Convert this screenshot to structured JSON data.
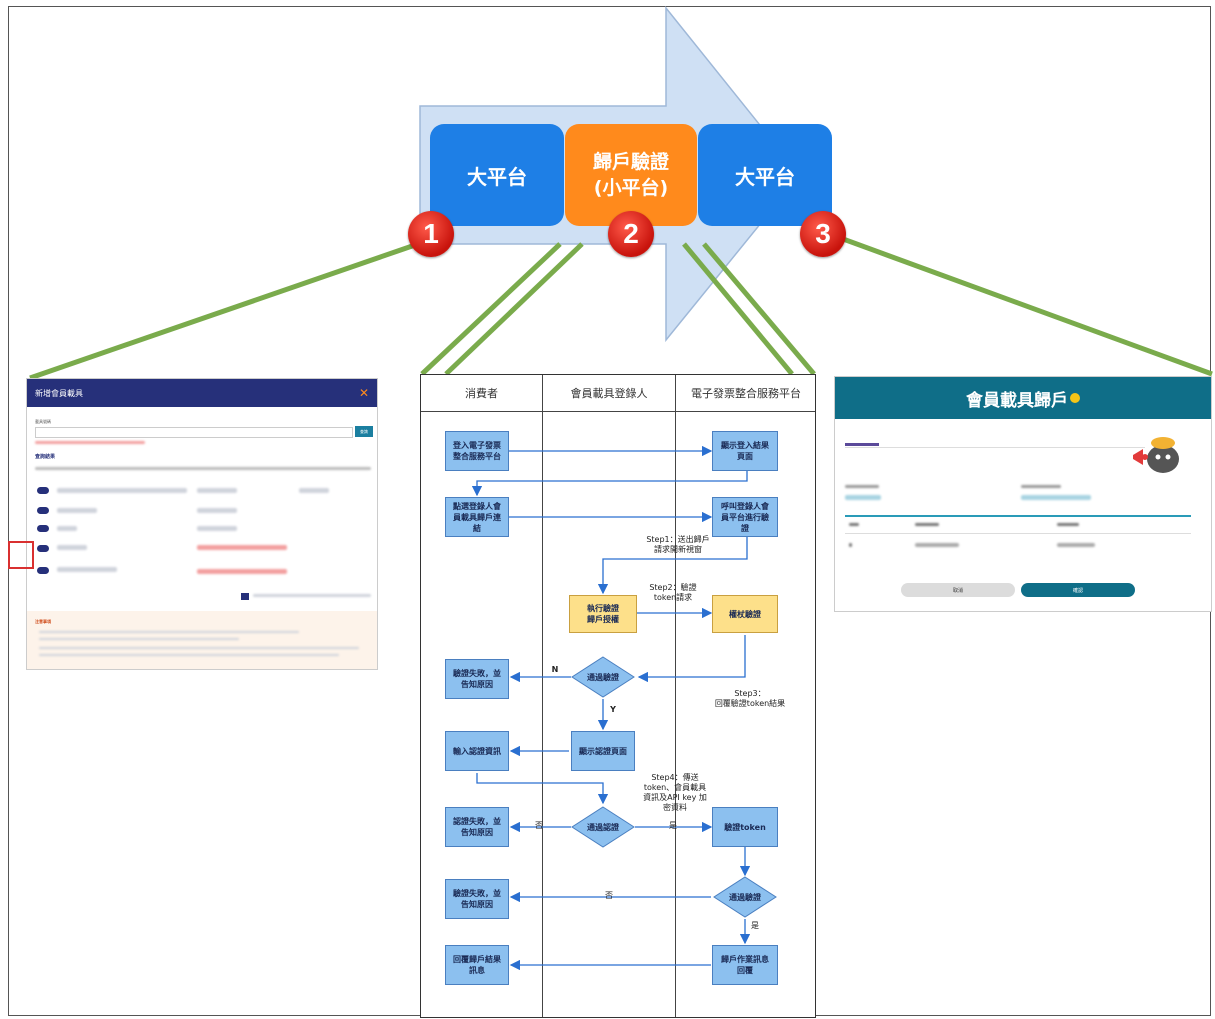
{
  "top": {
    "box_left": "大平台",
    "box_center": "歸戶驗證\n(小平台)",
    "box_right": "大平台",
    "steps": [
      "1",
      "2",
      "3"
    ]
  },
  "left_screenshot": {
    "title": "新增會員載具",
    "field_label": "載具號碼",
    "search_button": "查詢",
    "section_title": "查詢結果",
    "notice_title": "注意事項"
  },
  "flowchart": {
    "lanes": [
      "消費者",
      "會員載具登錄人",
      "電子發票整合服務平台"
    ],
    "nodes": {
      "login_platform": "登入電子發票\n整合服務平台",
      "show_login_result": "顯示登入結果\n頁面",
      "click_member": "點選登錄人會\n員載具歸戶連\n結",
      "call_member": "呼叫登錄人會\n員平台進行驗\n證",
      "perform_auth": "執行驗證\n歸戶授權",
      "token_verify": "權杖驗證",
      "verify_fail_1": "驗證失敗，並\n告知原因",
      "verify_pass_1": "通過驗證",
      "enter_auth": "輸入認證資訊",
      "show_auth_page": "顯示認證頁面",
      "auth_fail": "認證失敗，並\n告知原因",
      "auth_pass": "通過認證",
      "verify_token": "驗證token",
      "verify_fail_2": "驗證失敗，並\n告知原因",
      "verify_pass_2": "通過驗證",
      "reply_result": "回覆歸戶結果\n訊息",
      "carrier_reply": "歸戶作業訊息\n回覆"
    },
    "labels": {
      "step1": "Step1：送出歸戶\n請求開新視窗",
      "step2": "Step2：驗證\ntoken請求",
      "step3": "Step3：\n回覆驗證token結果",
      "step4": "Step4：傳送\ntoken、會員載具\n資訊及API key 加\n密資料",
      "n": "N",
      "y": "Y",
      "no1": "否",
      "yes1": "是",
      "no2": "否",
      "yes2": "是"
    }
  },
  "right_screenshot": {
    "title": "會員載具歸戶",
    "cancel": "取消",
    "confirm": "確認"
  },
  "colors": {
    "blue_box": "#1e7fe6",
    "orange_box": "#ff8a1c",
    "arrow_fill": "#cfe0f4",
    "green_line": "#7aab4c",
    "step_red": "#c8130c"
  }
}
